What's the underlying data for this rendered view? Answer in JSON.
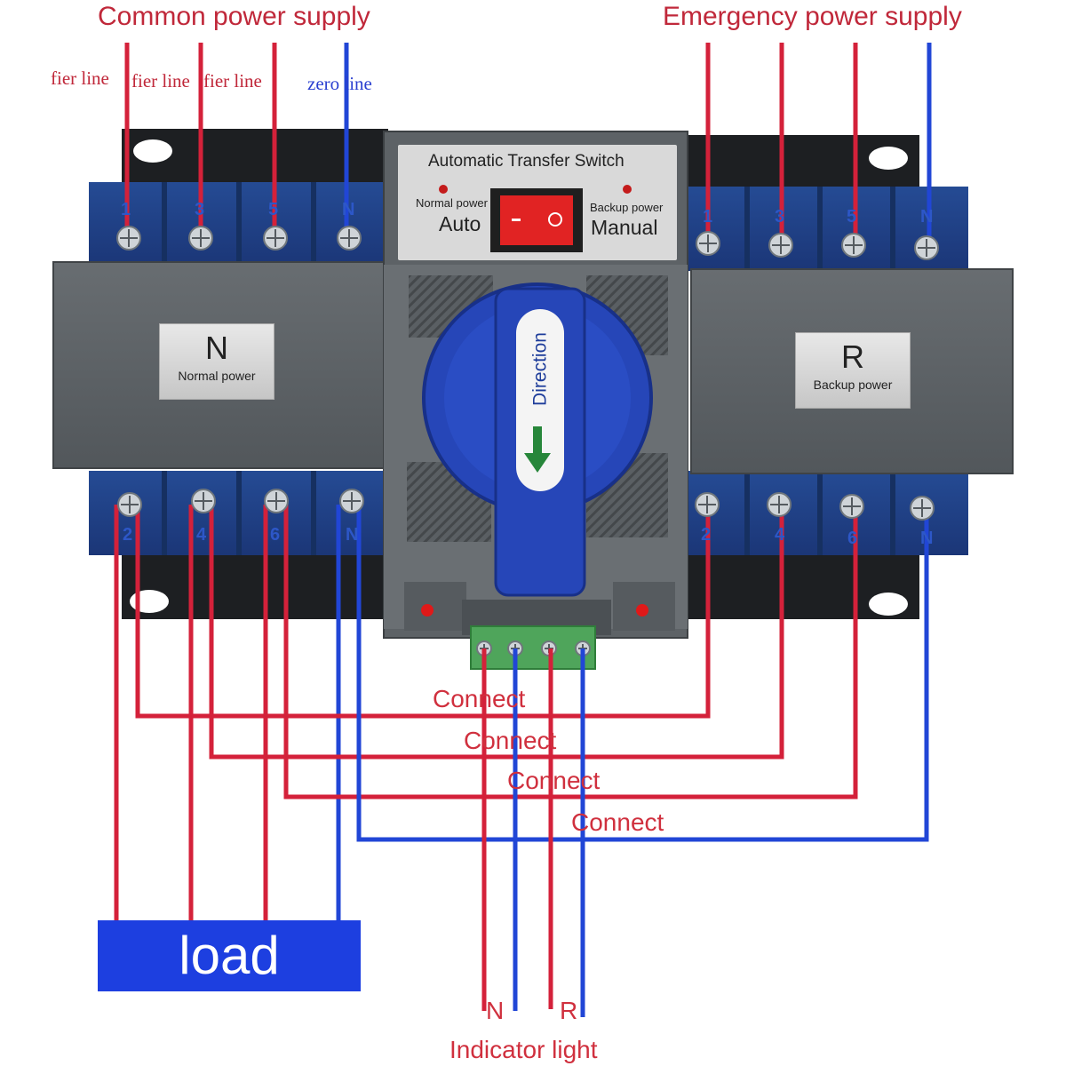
{
  "headers": {
    "common": "Common power supply",
    "emergency": "Emergency power supply"
  },
  "line_labels": {
    "fier1": "fier line",
    "fier2": "fier line",
    "fier3": "fier line",
    "zero": "zero line"
  },
  "panel": {
    "title": "Automatic Transfer Switch",
    "normal_power": "Normal power",
    "auto": "Auto",
    "backup_power": "Backup power",
    "manual": "Manual"
  },
  "cards": {
    "normal_letter": "N",
    "normal_text": "Normal power",
    "backup_letter": "R",
    "backup_text": "Backup power"
  },
  "handle_text": "Direction",
  "terminals": {
    "top_left": [
      "1",
      "3",
      "5",
      "N"
    ],
    "top_right": [
      "1",
      "3",
      "5",
      "N"
    ],
    "bottom_left": [
      "2",
      "4",
      "6",
      "N"
    ],
    "bottom_right": [
      "2",
      "4",
      "6",
      "N"
    ]
  },
  "connect_labels": [
    "Connect",
    "Connect",
    "Connect",
    "Connect"
  ],
  "load": "load",
  "indicator": {
    "n": "N",
    "r": "R",
    "label": "Indicator light"
  },
  "colors": {
    "red_wire": "#d4213a",
    "blue_wire": "#2146d6",
    "device_blue": "#1f3e86",
    "device_gray": "#5c6165",
    "handle_blue": "#2646b8"
  }
}
